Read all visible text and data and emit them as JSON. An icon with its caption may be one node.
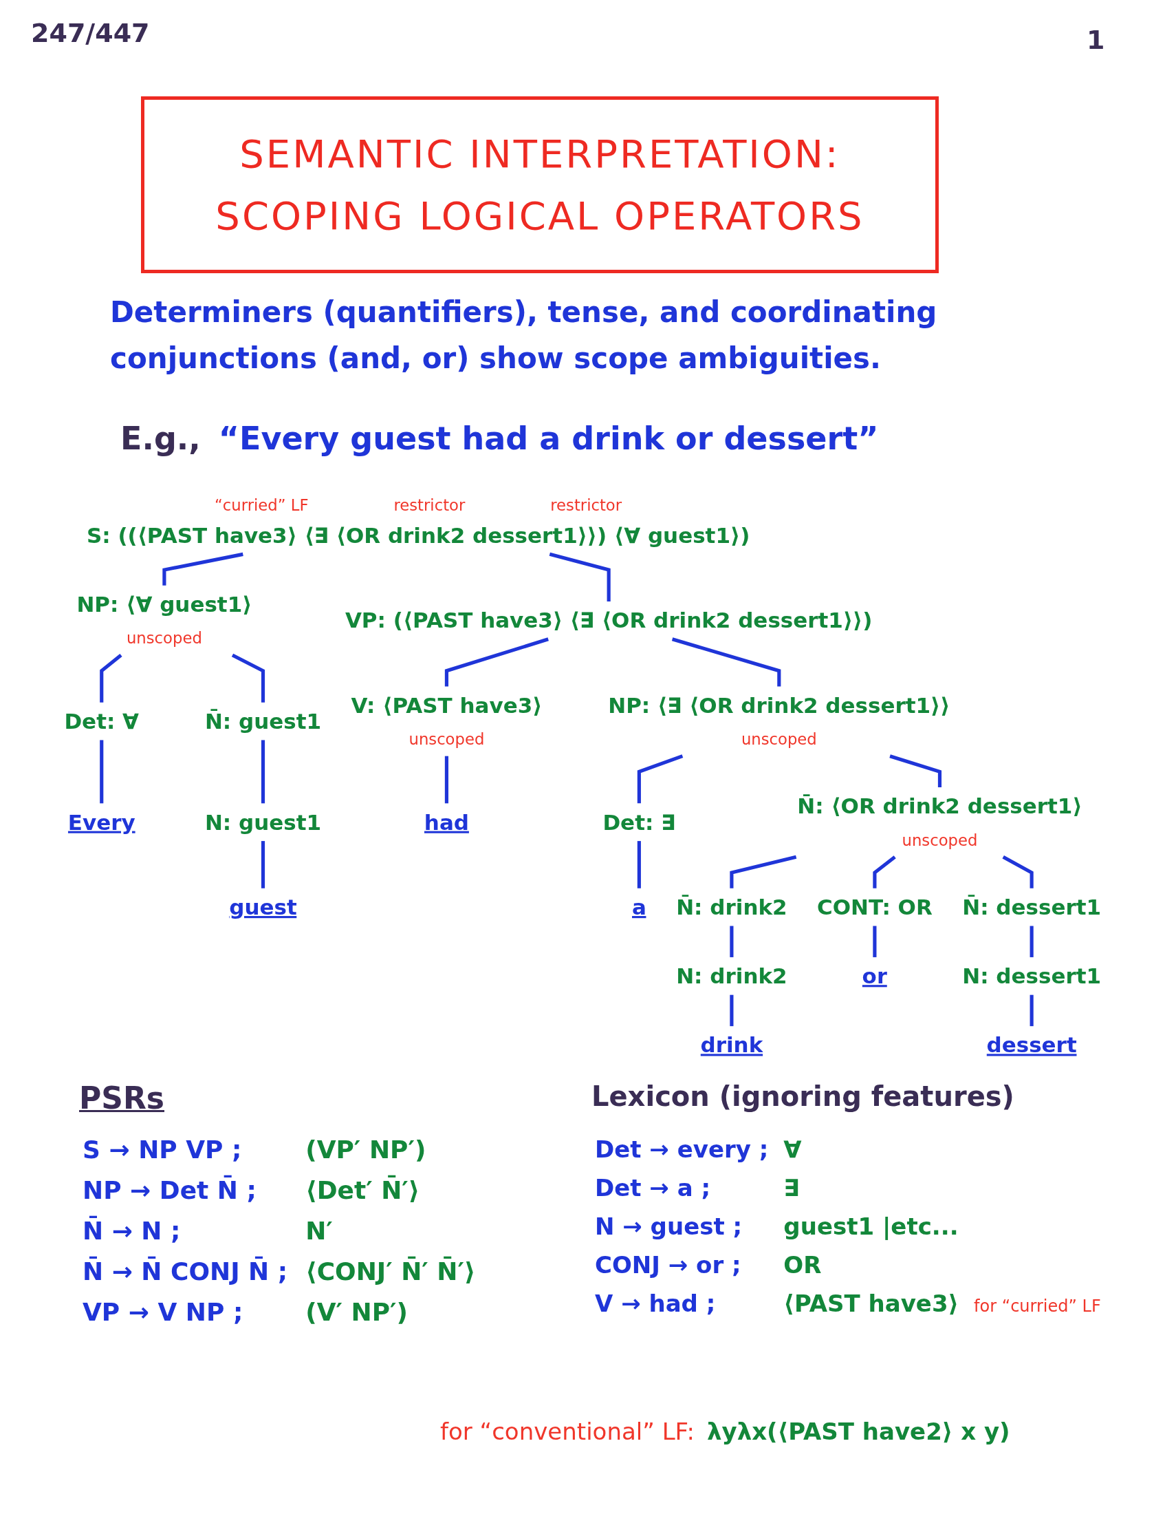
{
  "diagram": {
    "title": "SEMANTIC INTERPRETATION: SCOPING LOGICAL OPERATORS",
    "nodes": [
      {
        "text": [
          "S: ((⟨PAST have3⟩ ⟨∃ ⟨OR drink2 dessert1⟩⟩) ⟨∀ guest1⟩)"
        ],
        "beside": [
          "“curried” LF",
          "restrictor",
          "restrictor"
        ]
      },
      {
        "text": [
          "NP: ⟨∀ guest1⟩"
        ],
        "beside": [
          "unscoped"
        ]
      },
      {
        "text": [
          "VP: (⟨PAST have3⟩ ⟨∃ ⟨OR drink2 dessert1⟩⟩)"
        ]
      },
      {
        "text": [
          "Det: ∀"
        ]
      },
      {
        "text": [
          "N̄: guest1"
        ]
      },
      {
        "text": [
          "V: ⟨PAST have3⟩"
        ],
        "beside": [
          "unscoped"
        ]
      },
      {
        "text": [
          "NP: ⟨∃ ⟨OR drink2 dessert1⟩⟩"
        ],
        "beside": [
          "unscoped"
        ]
      },
      {
        "text": [
          "Every"
        ]
      },
      {
        "text": [
          "N: guest1"
        ]
      },
      {
        "text": [
          "had"
        ]
      },
      {
        "text": [
          "Det: ∃"
        ]
      },
      {
        "text": [
          "N̄: ⟨OR drink2 dessert1⟩"
        ],
        "beside": [
          "unscoped"
        ]
      },
      {
        "text": [
          "guest"
        ]
      },
      {
        "text": [
          "a"
        ]
      },
      {
        "text": [
          "N̄: drink2"
        ]
      },
      {
        "text": [
          "CONT: OR"
        ]
      },
      {
        "text": [
          "N̄: dessert1"
        ]
      },
      {
        "text": [
          "N: drink2"
        ]
      },
      {
        "text": [
          "or"
        ]
      },
      {
        "text": [
          "N: dessert1"
        ]
      },
      {
        "text": [
          "drink"
        ]
      },
      {
        "text": [
          "dessert"
        ]
      }
    ],
    "edges": [
      {
        "from": 0,
        "to": 1,
        "arrow": "none"
      },
      {
        "from": 0,
        "to": 2,
        "arrow": "none"
      },
      {
        "from": 1,
        "to": 3,
        "arrow": "none"
      },
      {
        "from": 1,
        "to": 4,
        "arrow": "none"
      },
      {
        "from": 2,
        "to": 5,
        "arrow": "none"
      },
      {
        "from": 2,
        "to": 6,
        "arrow": "none"
      },
      {
        "from": 3,
        "to": 7,
        "arrow": "none"
      },
      {
        "from": 4,
        "to": 8,
        "arrow": "none"
      },
      {
        "from": 5,
        "to": 9,
        "arrow": "none"
      },
      {
        "from": 6,
        "to": 10,
        "arrow": "none"
      },
      {
        "from": 6,
        "to": 11,
        "arrow": "none"
      },
      {
        "from": 8,
        "to": 12,
        "arrow": "none"
      },
      {
        "from": 10,
        "to": 13,
        "arrow": "none"
      },
      {
        "from": 11,
        "to": 14,
        "arrow": "none"
      },
      {
        "from": 11,
        "to": 15,
        "arrow": "none"
      },
      {
        "from": 11,
        "to": 16,
        "arrow": "none"
      },
      {
        "from": 14,
        "to": 17,
        "arrow": "none"
      },
      {
        "from": 15,
        "to": 18,
        "arrow": "none"
      },
      {
        "from": 16,
        "to": 19,
        "arrow": "none"
      },
      {
        "from": 17,
        "to": 20,
        "arrow": "none"
      },
      {
        "from": 19,
        "to": 21,
        "arrow": "none"
      }
    ],
    "labels": [
      "247/447",
      "1",
      "Determiners (quantifiers), tense, and coordinating conjunctions (and, or) show scope ambiguities.",
      "E.g.,",
      "“Every guest had a drink or dessert”",
      "PSRs",
      "S → NP VP ;",
      "(VP′ NP′)",
      "NP → Det N̄ ;",
      "⟨Det′ N̄′⟩",
      "N̄ → N ;",
      "N′",
      "N̄ → N̄ CONJ N̄ ;",
      "⟨CONJ′ N̄′ N̄′⟩",
      "VP → V NP ;",
      "(V′ NP′)",
      "Lexicon (ignoring features)",
      "Det → every ;",
      "∀",
      "Det → a ;",
      "∃",
      "N → guest ;",
      "guest1 |etc...",
      "CONJ → or ;",
      "OR",
      "V → had ;",
      "⟨PAST have3⟩",
      "for “curried” LF",
      "for “conventional” LF:",
      "λyλx(⟨PAST have2⟩ x y)"
    ]
  }
}
